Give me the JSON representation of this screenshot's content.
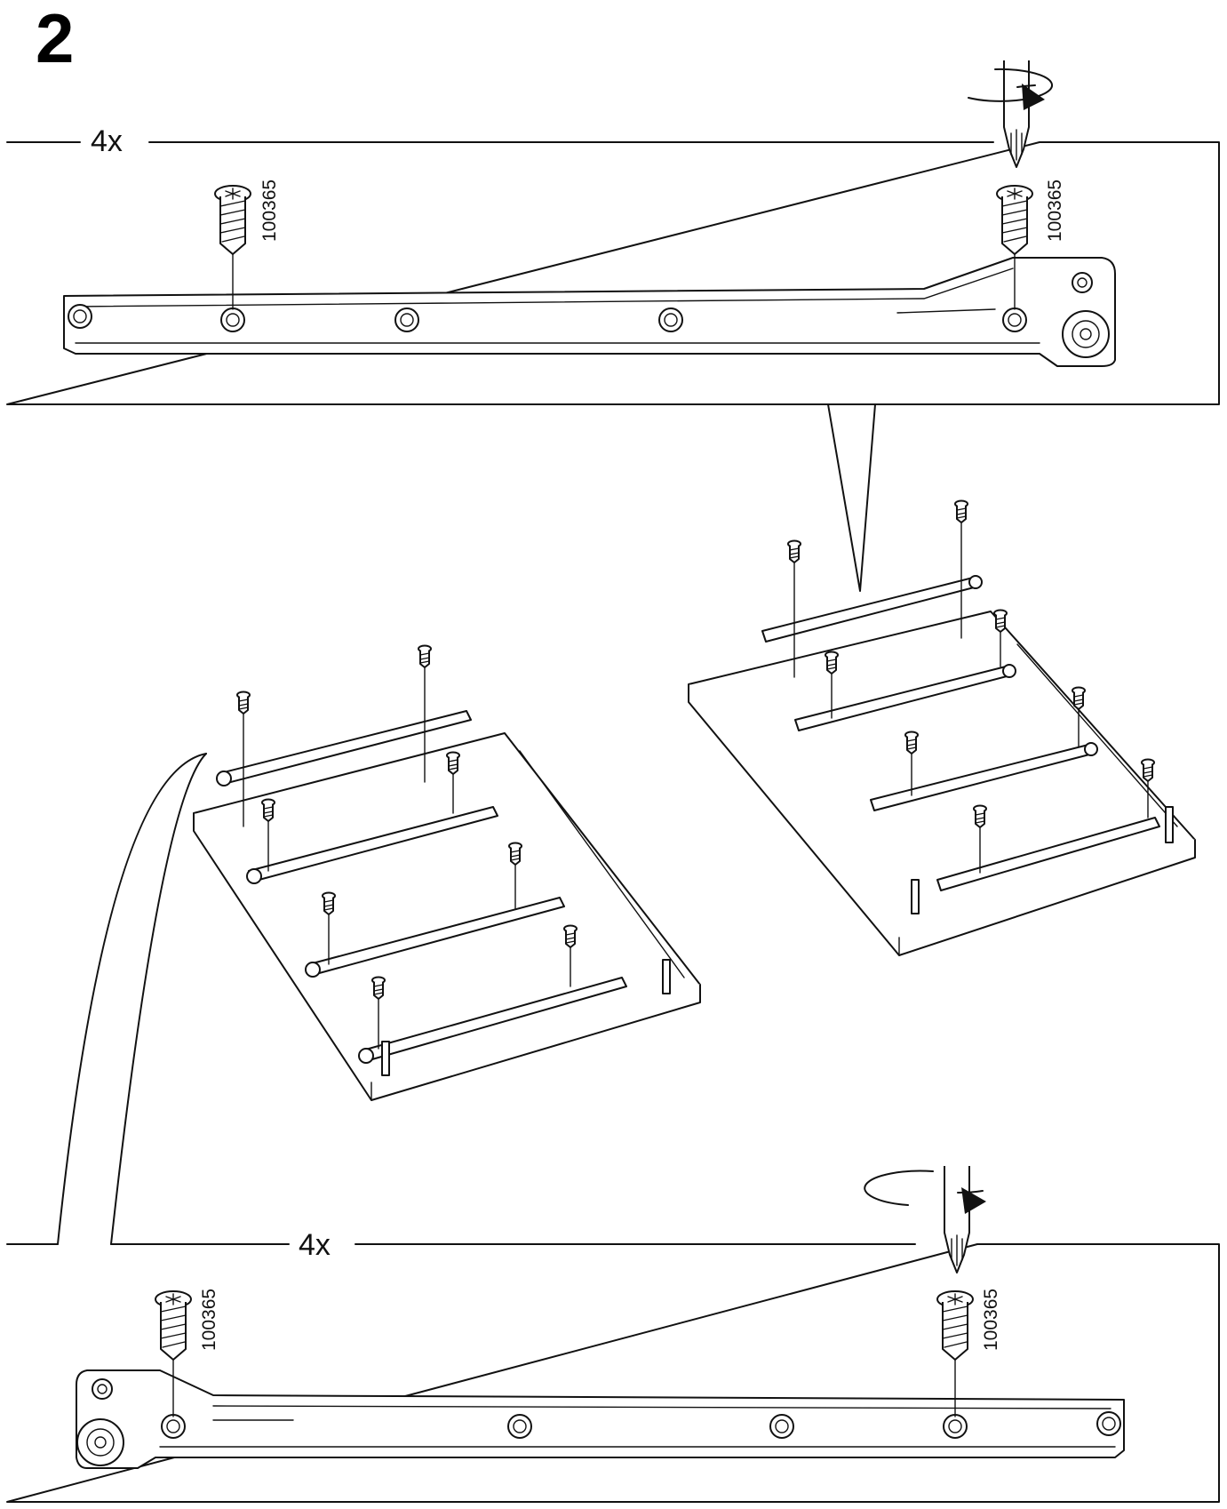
{
  "step_number": "2",
  "top_panel": {
    "quantity": "4x",
    "screw_left_part_no": "100365",
    "screw_right_part_no": "100365"
  },
  "bottom_panel": {
    "quantity": "4x",
    "screw_left_part_no": "100365",
    "screw_right_part_no": "100365"
  },
  "icons": [
    "screwdriver-icon",
    "rotation-arrow-icon",
    "screw-icon",
    "drawer-runner",
    "drawer-bottom-panel"
  ]
}
